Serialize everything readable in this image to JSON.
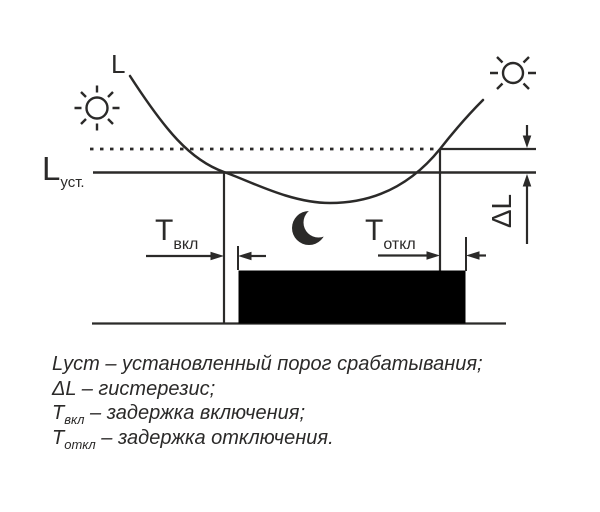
{
  "colors": {
    "ink": "#2b2a29",
    "background": "#ffffff",
    "output_bar": "#000000"
  },
  "diagram": {
    "curve_label": "L",
    "threshold_label": {
      "base": "L",
      "sub": "уст."
    },
    "t_on_label": {
      "base": "T",
      "sub": "вкл"
    },
    "t_off_label": {
      "base": "T",
      "sub": "откл"
    },
    "hysteresis_label": "ΔL",
    "icons": {
      "left": "sun",
      "right": "sun",
      "middle": "moon"
    }
  },
  "legend": {
    "items": [
      {
        "term": "Lуст",
        "sub": "",
        "definition": " – установленный порог срабатывания;"
      },
      {
        "term": "ΔL",
        "sub": "",
        "definition": " – гистерезис;"
      },
      {
        "term": "T",
        "sub": "вкл",
        "definition": " – задержка включения;"
      },
      {
        "term": "T",
        "sub": "откл",
        "definition": " – задержка отключения."
      }
    ]
  }
}
